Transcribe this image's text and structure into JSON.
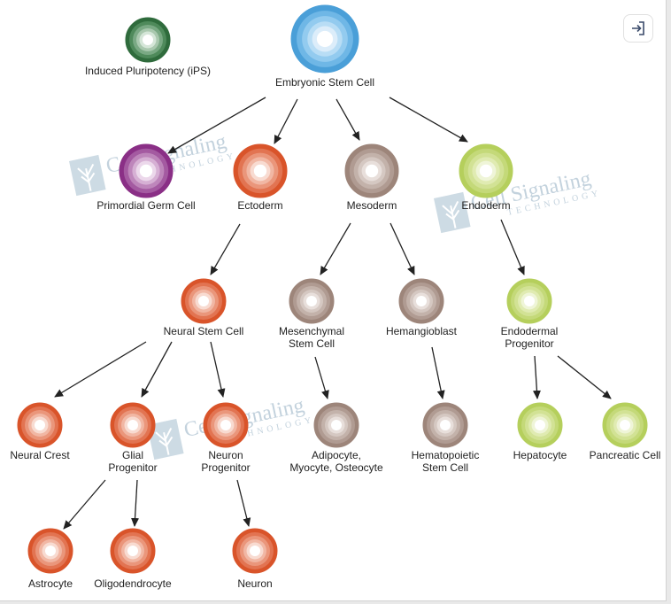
{
  "nodes": [
    {
      "id": "ips",
      "label": [
        "Induced Pluripotency (iPS)"
      ],
      "color": "green"
    },
    {
      "id": "esc",
      "label": [
        "Embryonic Stem Cell"
      ],
      "color": "blue"
    },
    {
      "id": "pgc",
      "label": [
        "Primordial Germ Cell"
      ],
      "color": "purple"
    },
    {
      "id": "ecto",
      "label": [
        "Ectoderm"
      ],
      "color": "orange"
    },
    {
      "id": "meso",
      "label": [
        "Mesoderm"
      ],
      "color": "taupe"
    },
    {
      "id": "endo",
      "label": [
        "Endoderm"
      ],
      "color": "lime"
    },
    {
      "id": "nsc",
      "label": [
        "Neural Stem Cell"
      ],
      "color": "orange"
    },
    {
      "id": "msc",
      "label": [
        "Mesenchymal",
        "Stem Cell"
      ],
      "color": "taupe"
    },
    {
      "id": "hemangio",
      "label": [
        "Hemangioblast"
      ],
      "color": "taupe"
    },
    {
      "id": "endoprog",
      "label": [
        "Endodermal",
        "Progenitor"
      ],
      "color": "lime"
    },
    {
      "id": "crest",
      "label": [
        "Neural Crest"
      ],
      "color": "orange"
    },
    {
      "id": "glial",
      "label": [
        "Glial",
        "Progenitor"
      ],
      "color": "orange"
    },
    {
      "id": "neuronprog",
      "label": [
        "Neuron",
        "Progenitor"
      ],
      "color": "orange"
    },
    {
      "id": "amo",
      "label": [
        "Adipocyte,",
        "Myocyte, Osteocyte"
      ],
      "color": "taupe"
    },
    {
      "id": "hsc",
      "label": [
        "Hematopoietic",
        "Stem Cell"
      ],
      "color": "taupe"
    },
    {
      "id": "hepato",
      "label": [
        "Hepatocyte"
      ],
      "color": "lime"
    },
    {
      "id": "pancreatic",
      "label": [
        "Pancreatic Cell"
      ],
      "color": "lime"
    },
    {
      "id": "astro",
      "label": [
        "Astrocyte"
      ],
      "color": "orange"
    },
    {
      "id": "oligo",
      "label": [
        "Oligodendrocyte"
      ],
      "color": "orange"
    },
    {
      "id": "neuron",
      "label": [
        "Neuron"
      ],
      "color": "orange"
    }
  ],
  "edges": [
    [
      "esc",
      "pgc"
    ],
    [
      "esc",
      "ecto"
    ],
    [
      "esc",
      "meso"
    ],
    [
      "esc",
      "endo"
    ],
    [
      "ecto",
      "nsc"
    ],
    [
      "meso",
      "msc"
    ],
    [
      "meso",
      "hemangio"
    ],
    [
      "endo",
      "endoprog"
    ],
    [
      "nsc",
      "crest"
    ],
    [
      "nsc",
      "glial"
    ],
    [
      "nsc",
      "neuronprog"
    ],
    [
      "msc",
      "amo"
    ],
    [
      "hemangio",
      "hsc"
    ],
    [
      "endoprog",
      "hepato"
    ],
    [
      "endoprog",
      "pancreatic"
    ],
    [
      "glial",
      "astro"
    ],
    [
      "glial",
      "oligo"
    ],
    [
      "neuronprog",
      "neuron"
    ]
  ],
  "palettes": {
    "blue": [
      "#4a9fd8",
      "#6fb7e6",
      "#93cbef",
      "#b8ddf5",
      "#dcedfa",
      "#ffffff"
    ],
    "green": [
      "#2f6b3c",
      "#4f8a5b",
      "#7aa984",
      "#a9c8ae",
      "#d5e6d8",
      "#ffffff"
    ],
    "purple": [
      "#8a2f86",
      "#a45aa1",
      "#be86bb",
      "#d6b0d4",
      "#ecd8eb",
      "#ffffff"
    ],
    "orange": [
      "#d9542a",
      "#e27452",
      "#ea967b",
      "#f1b7a4",
      "#f8dbd1",
      "#ffffff"
    ],
    "taupe": [
      "#9d857a",
      "#b09b92",
      "#c3b2aa",
      "#d5c8c2",
      "#e8dfdb",
      "#ffffff"
    ],
    "lime": [
      "#b5cf5c",
      "#c4d979",
      "#d2e295",
      "#e0ebb2",
      "#eff5d8",
      "#ffffff"
    ]
  },
  "watermark": {
    "name": "Cell Signaling",
    "sub": "TECHNOLOGY"
  },
  "exit_icon": "exit-arrow-icon"
}
